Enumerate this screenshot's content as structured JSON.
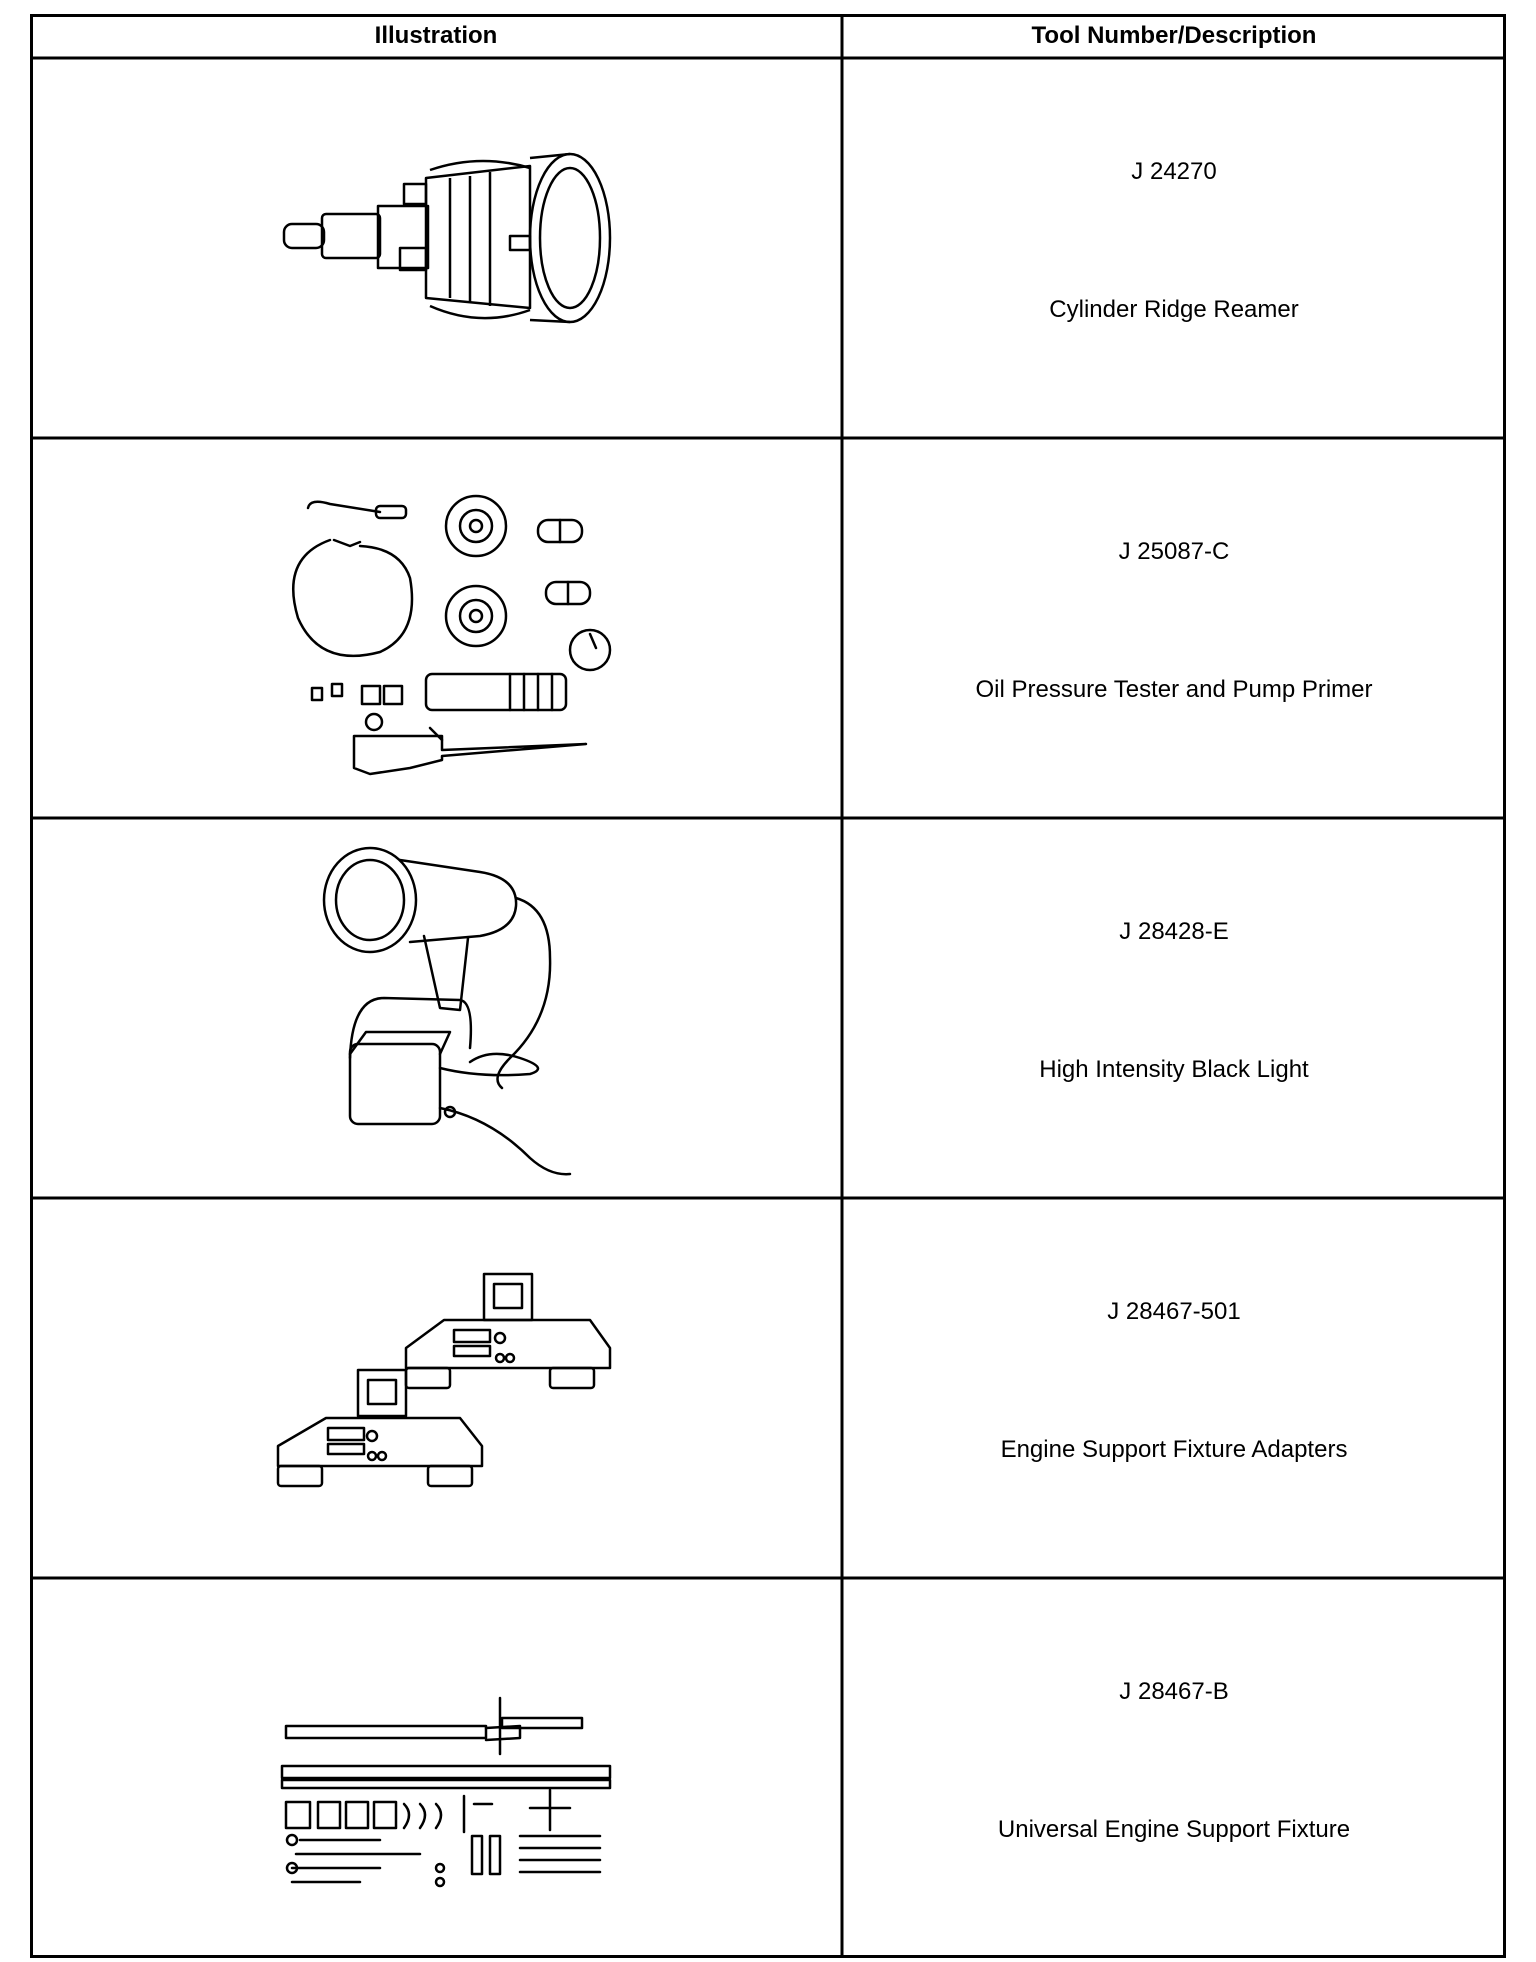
{
  "table": {
    "headers": {
      "illustration": "Illustration",
      "description": "Tool Number/Description"
    },
    "rows": [
      {
        "number": "J 24270",
        "name": "Cylinder Ridge Reamer",
        "illustration": "cylinder-ridge-reamer-drawing"
      },
      {
        "number": "J 25087-C",
        "name": "Oil Pressure Tester and Pump Primer",
        "illustration": "oil-pressure-tester-kit-drawing"
      },
      {
        "number": "J 28428-E",
        "name": "High Intensity Black Light",
        "illustration": "black-light-drawing"
      },
      {
        "number": "J 28467-501",
        "name": "Engine Support Fixture Adapters",
        "illustration": "fixture-adapters-drawing"
      },
      {
        "number": "J 28467-B",
        "name": "Universal Engine Support Fixture",
        "illustration": "universal-support-fixture-drawing"
      }
    ]
  }
}
